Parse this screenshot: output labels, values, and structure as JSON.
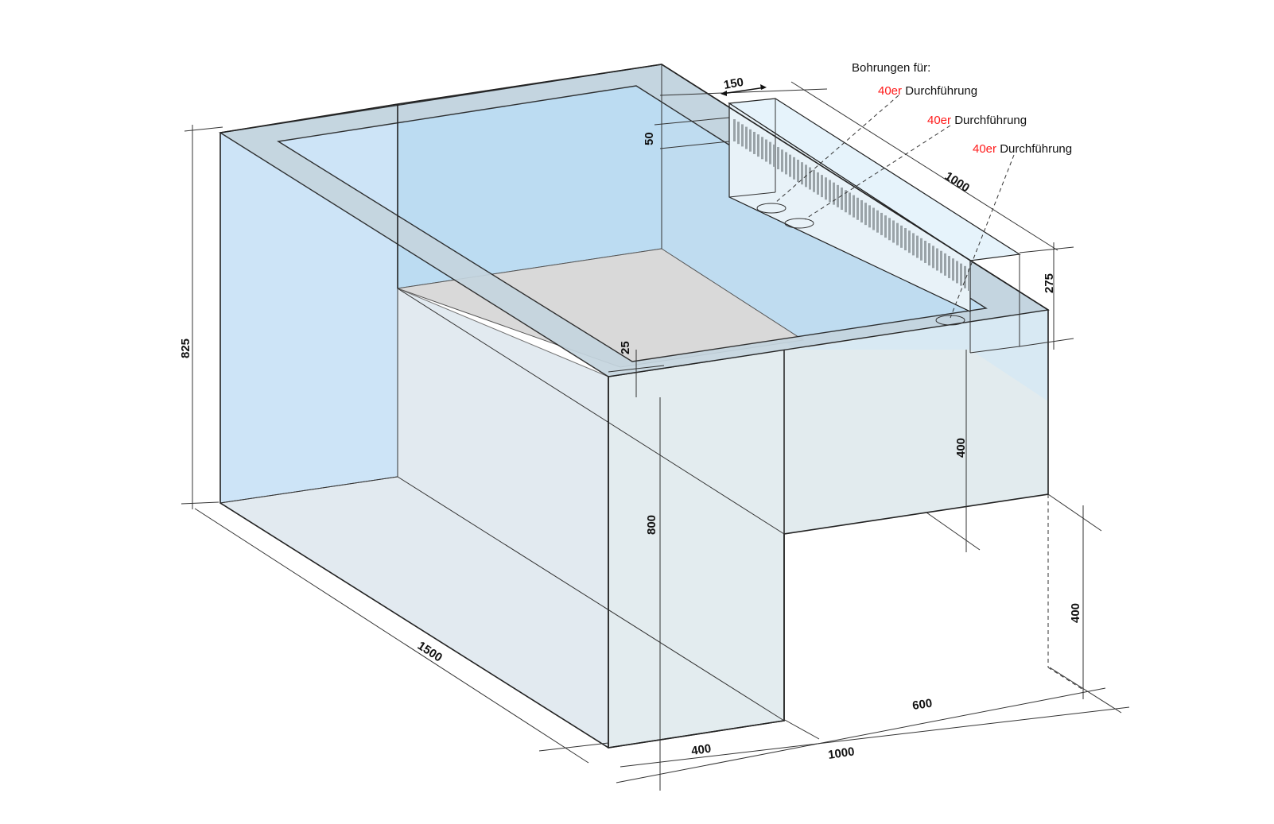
{
  "annotation": {
    "title": "Bohrungen für:",
    "items": [
      {
        "size": "40er",
        "label": "Durchführung"
      },
      {
        "size": "40er",
        "label": "Durchführung"
      },
      {
        "size": "40er",
        "label": "Durchführung"
      }
    ]
  },
  "dimensions": {
    "overflow_width": "150",
    "overflow_offset": "50",
    "overflow_length": "1000",
    "overflow_height": "275",
    "total_height": "825",
    "rim": "25",
    "front_height": "800",
    "inner_height": "400",
    "cabinet_height": "400",
    "length": "1500",
    "front_width": "400",
    "side_width": "600",
    "total_width": "1000"
  },
  "colors": {
    "glass": "#cfe4f6",
    "accent_text": "#ff1a1a",
    "floor": "#d9d9d9"
  }
}
